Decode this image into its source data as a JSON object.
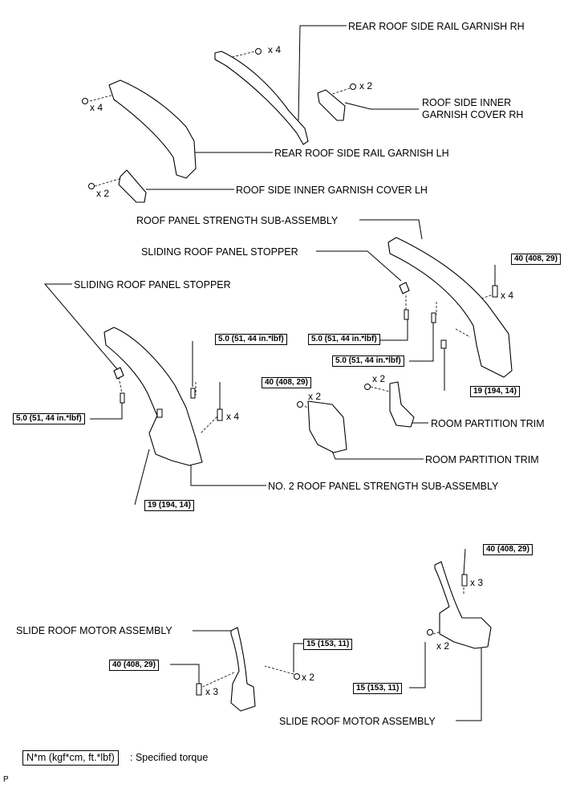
{
  "labels": {
    "rear_rh": "REAR ROOF SIDE RAIL GARNISH RH",
    "inner_cover_rh_1": "ROOF SIDE INNER",
    "inner_cover_rh_2": "GARNISH COVER RH",
    "rear_lh": "REAR ROOF SIDE RAIL GARNISH LH",
    "inner_cover_lh": "ROOF SIDE INNER GARNISH COVER LH",
    "strength_sub": "ROOF PANEL STRENGTH SUB-ASSEMBLY",
    "stopper_right": "SLIDING ROOF PANEL STOPPER",
    "stopper_left": "SLIDING ROOF PANEL STOPPER",
    "partition_1": "ROOM PARTITION TRIM",
    "partition_2": "ROOM PARTITION TRIM",
    "no2_strength": "NO. 2 ROOF PANEL STRENGTH SUB-ASSEMBLY",
    "motor_left": "SLIDE ROOF MOTOR ASSEMBLY",
    "motor_right": "SLIDE ROOF MOTOR ASSEMBLY"
  },
  "quantities": {
    "q1": "x 4",
    "q2": "x 4",
    "q3": "x 2",
    "q4": "x 2",
    "q5": "x 4",
    "q6": "x 4",
    "q7": "x 2",
    "q8": "x 2",
    "q9": "x 3",
    "q10": "x 2",
    "q11": "x 3",
    "q12": "x 2"
  },
  "torques": {
    "t1": "40 (408, 29)",
    "t2": "5.0 (51, 44 in.*lbf)",
    "t3": "5.0 (51, 44 in.*lbf)",
    "t4": "19 (194, 14)",
    "t5": "5.0 (51, 44 in.*lbf)",
    "t6": "40 (408, 29)",
    "t7": "5.0 (51, 44 in.*lbf)",
    "t8": "19 (194, 14)",
    "t9": "40 (408, 29)",
    "t10": "15 (153, 11)",
    "t11": "40 (408, 29)",
    "t12": "15 (153, 11)"
  },
  "legend": {
    "unit": "N*m (kgf*cm, ft.*lbf)",
    "text": ": Specified torque"
  },
  "page_code": "P"
}
